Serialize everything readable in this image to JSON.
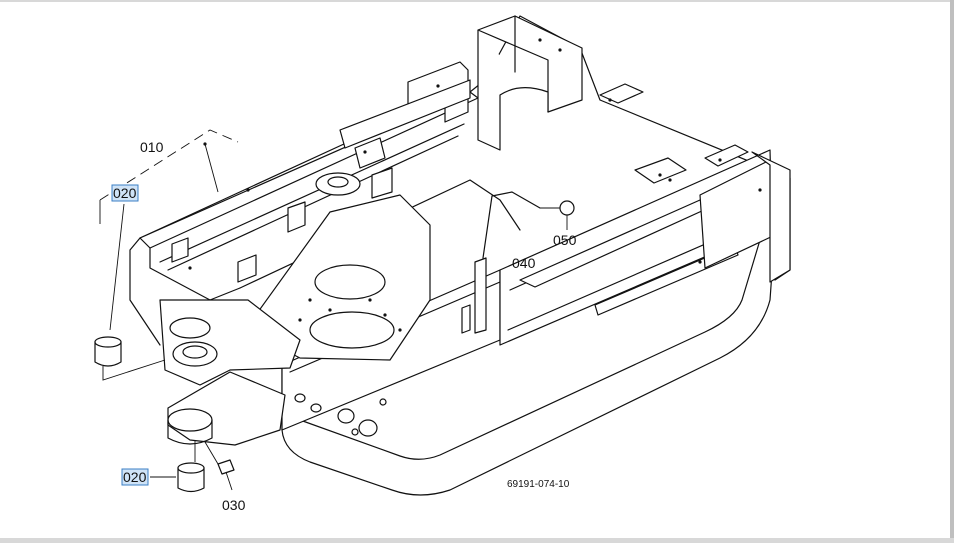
{
  "diagram": {
    "figure_code": "69191-074-10",
    "callouts": [
      {
        "id": "010",
        "text": "010",
        "highlighted": false
      },
      {
        "id": "020-top",
        "text": "020",
        "highlighted": true
      },
      {
        "id": "020-bottom",
        "text": "020",
        "highlighted": true
      },
      {
        "id": "030",
        "text": "030",
        "highlighted": false
      },
      {
        "id": "040",
        "text": "040",
        "highlighted": false
      },
      {
        "id": "050",
        "text": "050",
        "highlighted": false
      }
    ],
    "colors": {
      "highlight_fill": "#cfe3f7",
      "highlight_border": "#3b7fc4",
      "line": "#111111"
    }
  }
}
